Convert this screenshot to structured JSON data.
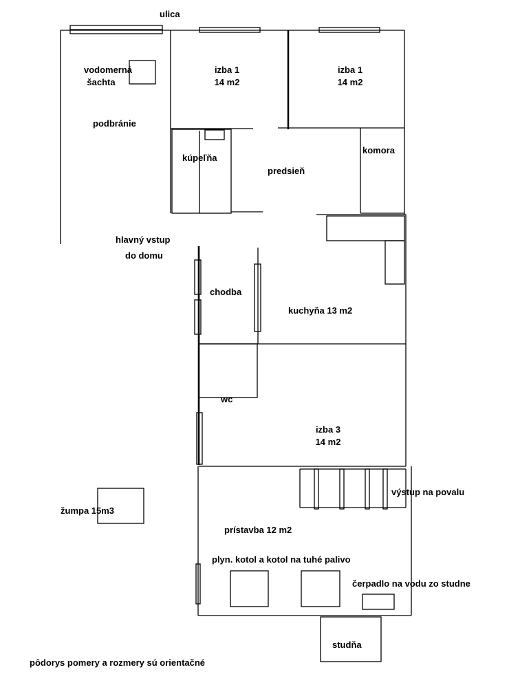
{
  "labels": {
    "ulica": "ulica",
    "vodomerna_1": "vodomerná",
    "vodomerna_2": "šachta",
    "podbranie": "podbránie",
    "izba1_a_1": "izba 1",
    "izba1_a_2": "14 m2",
    "izba1_b_1": "izba 1",
    "izba1_b_2": "14 m2",
    "kupelna": "kúpeľňa",
    "predsien": "predsieň",
    "komora": "komora",
    "vstup_1": "hlavný vstup",
    "vstup_2": "do domu",
    "chodba": "chodba",
    "kuchyna": "kuchyňa 13 m2",
    "wc": "wc",
    "izba3_1": "izba 3",
    "izba3_2": "14 m2",
    "zumpa": "žumpa 15m3",
    "vystup": "výstup na povalu",
    "pristavba": "prístavba  12 m2",
    "kotol": "plyn. kotol a kotol na tuhé palivo",
    "cerpadlo": "čerpadlo na vodu zo studne",
    "studna": "studňa",
    "note": "pôdorys pomery a rozmery sú orientačné"
  }
}
